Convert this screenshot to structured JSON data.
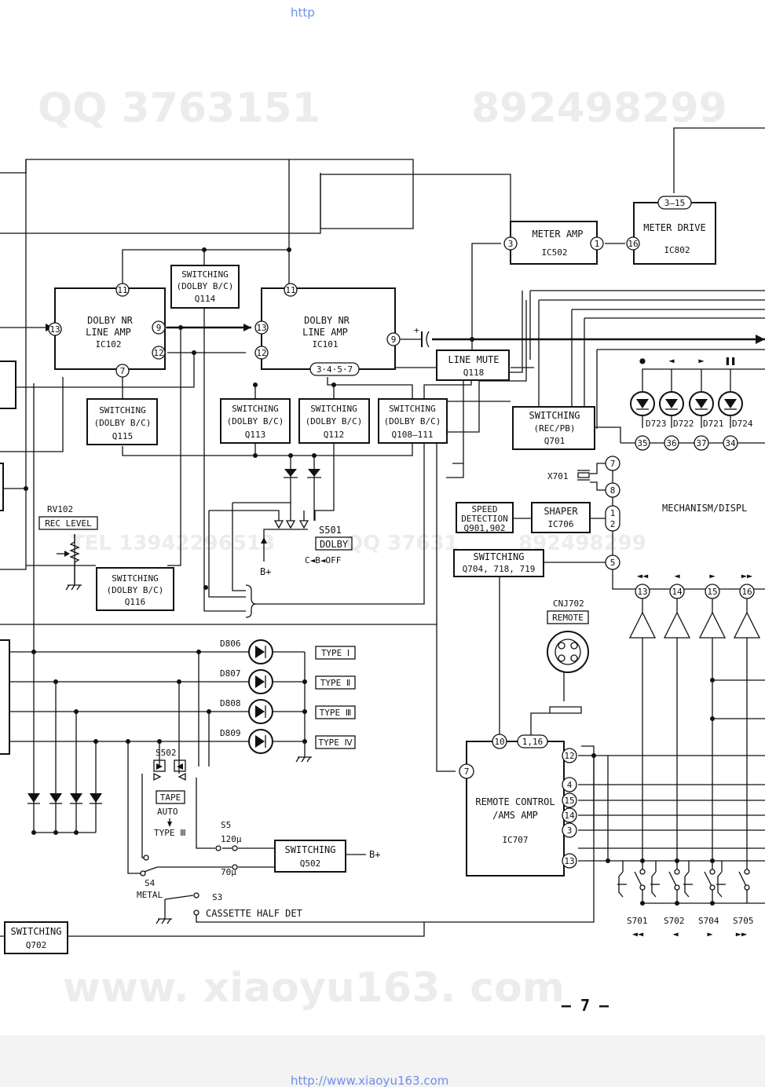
{
  "header_url": "http",
  "footer_url": "http://www.xiaoyu163.com",
  "page_number": "— 7 —",
  "watermarks": {
    "qq_left": "QQ 3763151",
    "qq_right": "892498299",
    "tel": "TEL 13942296513",
    "qq_mid": "QQ 37631",
    "qq_mid_right": "892498299",
    "site": "www. xiaoyu163. com"
  },
  "blocks": {
    "ic102": {
      "l1": "DOLBY NR",
      "l2": "LINE AMP",
      "l3": "IC102"
    },
    "ic101": {
      "l1": "DOLBY NR",
      "l2": "LINE AMP",
      "l3": "IC101"
    },
    "q114": {
      "l1": "SWITCHING",
      "l2": "(DOLBY B/C)",
      "l3": "Q114"
    },
    "q115": {
      "l1": "SWITCHING",
      "l2": "(DOLBY B/C)",
      "l3": "Q115"
    },
    "q113": {
      "l1": "SWITCHING",
      "l2": "(DOLBY B/C)",
      "l3": "Q113"
    },
    "q112": {
      "l1": "SWITCHING",
      "l2": "(DOLBY B/C)",
      "l3": "Q112"
    },
    "q108": {
      "l1": "SWITCHING",
      "l2": "(DOLBY B/C)",
      "l3": "Q108—111"
    },
    "q116": {
      "l1": "SWITCHING",
      "l2": "(DOLBY B/C)",
      "l3": "Q116"
    },
    "ic502": {
      "l1": "METER AMP",
      "l2": "IC502"
    },
    "ic802": {
      "l1": "METER DRIVE",
      "l2": "IC802"
    },
    "q118": {
      "l1": "LINE MUTE",
      "l2": "Q118"
    },
    "q701": {
      "l1": "SWITCHING",
      "l2": "(REC/PB)",
      "l3": "Q701"
    },
    "q901": {
      "l1": "SPEED",
      "l2": "DETECTION",
      "l3": "Q901,902"
    },
    "ic706": {
      "l1": "SHAPER",
      "l2": "IC706"
    },
    "q704": {
      "l1": "SWITCHING",
      "l2": "Q704, 718, 719"
    },
    "ic707": {
      "l1": "REMOTE CONTROL",
      "l2": "/AMS AMP",
      "l3": "IC707"
    },
    "q502": {
      "l1": "SWITCHING",
      "l2": "Q502"
    },
    "q702": {
      "l1": "SWITCHING",
      "l2": "Q702"
    }
  },
  "pins": {
    "ic102": [
      "13",
      "11",
      "9",
      "12",
      "7"
    ],
    "ic101": [
      "11",
      "13",
      "12",
      "9",
      "3·4·5·7"
    ],
    "ic502": [
      "3",
      "1"
    ],
    "ic802": [
      "16",
      "3—15"
    ],
    "mech": [
      "35",
      "36",
      "37",
      "34",
      "7",
      "8",
      "1 2",
      "5",
      "13",
      "14",
      "15",
      "16"
    ],
    "ic707": [
      "10",
      "1,16",
      "7",
      "12",
      "4",
      "15",
      "14",
      "3",
      "13"
    ]
  },
  "labels": {
    "rv102": "RV102",
    "rec_level": "REC LEVEL",
    "s501": "S501",
    "dolby": "DOLBY",
    "dolby_sw": "C◄B◄OFF",
    "bplus_a": "B+",
    "bplus_b": "B+",
    "x701": "X701",
    "mechanism": "MECHANISM/DISPL",
    "cnj702": "CNJ702",
    "remote": "REMOTE",
    "d723": "D723",
    "d722": "D722",
    "d721": "D721",
    "d724": "D724",
    "d806": "D806",
    "d807": "D807",
    "d808": "D808",
    "d809": "D809",
    "type1": "TYPE Ⅰ",
    "type2": "TYPE Ⅱ",
    "type3": "TYPE Ⅲ",
    "type4": "TYPE Ⅳ",
    "s502": "S502",
    "tape": "TAPE",
    "auto": "AUTO",
    "type3b": "TYPE Ⅲ",
    "s5": "S5",
    "s5_120": "120μ",
    "s5_70": "70μ",
    "s4": "S4",
    "metal": "METAL",
    "s3": "S3",
    "cassette": "CASSETTE HALF DET",
    "s701": "S701",
    "s702": "S702",
    "s704": "S704",
    "s705": "S705"
  },
  "symbols": {
    "disp": [
      "●",
      "◄",
      "►",
      "❚❚"
    ],
    "mech_in": [
      "◄◄",
      "◄",
      "►",
      "►►"
    ],
    "keys": [
      "◄◄",
      "◄",
      "►",
      "►►"
    ]
  }
}
